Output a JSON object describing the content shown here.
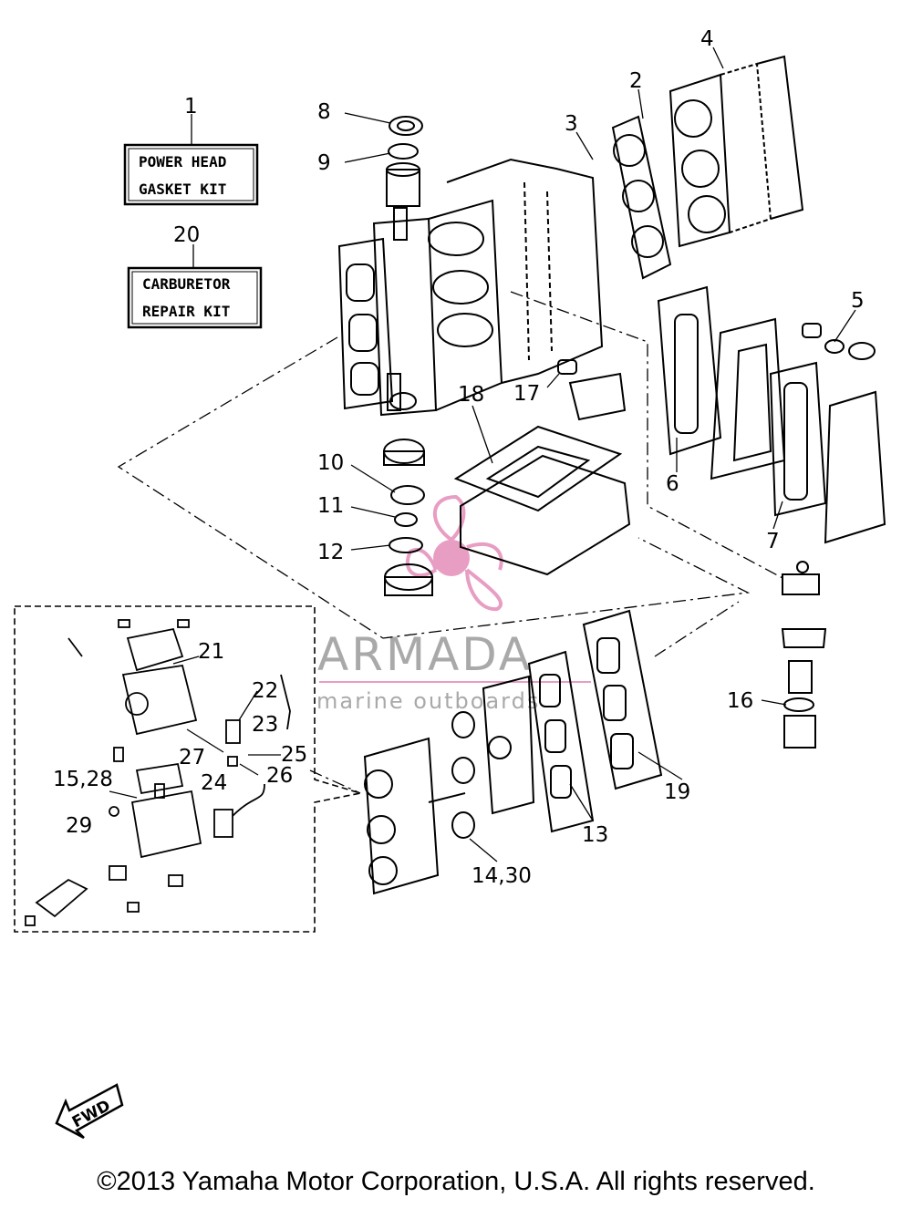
{
  "kits": {
    "power_head": {
      "line1": "POWER HEAD",
      "line2": "GASKET KIT"
    },
    "carburetor": {
      "line1": "CARBURETOR",
      "line2": "REPAIR KIT"
    }
  },
  "callouts": {
    "c1": "1",
    "c2": "2",
    "c3": "3",
    "c4": "4",
    "c5": "5",
    "c6": "6",
    "c7": "7",
    "c8": "8",
    "c9": "9",
    "c10": "10",
    "c11": "11",
    "c12": "12",
    "c13": "13",
    "c14_30": "14,30",
    "c15_28": "15,28",
    "c16": "16",
    "c17": "17",
    "c18": "18",
    "c19": "19",
    "c20": "20",
    "c21": "21",
    "c22": "22",
    "c23": "23",
    "c24": "24",
    "c25": "25",
    "c26": "26",
    "c27": "27",
    "c29": "29"
  },
  "fwd_label": "FWD",
  "watermark": {
    "brand": "ARMADA",
    "tagline": "marine outboards"
  },
  "colors": {
    "ink": "#000000",
    "watermark_pink": "#e58cb9",
    "watermark_gray": "#9b9b9b"
  },
  "copyright": "©2013 Yamaha Motor Corporation, U.S.A. All rights reserved."
}
